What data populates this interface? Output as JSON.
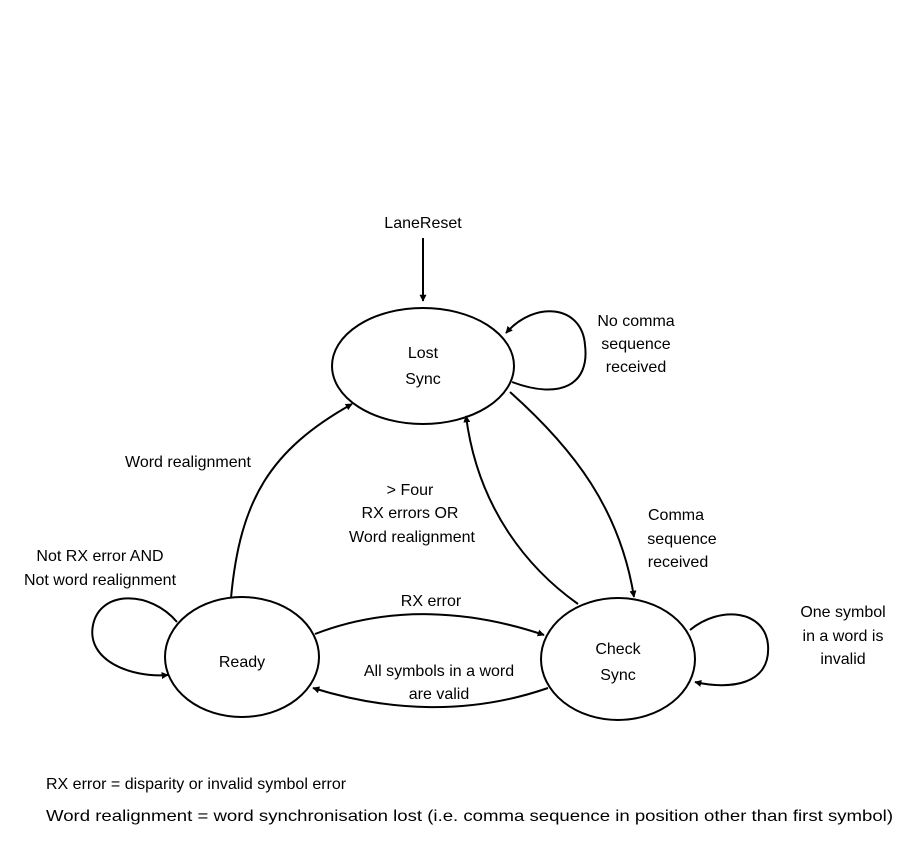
{
  "states": {
    "lost_sync": [
      "Lost",
      "Sync"
    ],
    "check_sync": [
      "Check",
      "Sync"
    ],
    "ready": "Ready"
  },
  "transitions": {
    "lane_reset": "LaneReset",
    "no_comma": [
      "No comma",
      "sequence",
      "received"
    ],
    "comma_received": [
      "Comma",
      "sequence",
      "received"
    ],
    "word_realignment": "Word realignment",
    "four_errors": [
      "> Four",
      "RX  errors OR",
      "Word realignment"
    ],
    "not_rx_error": [
      "Not RX error AND",
      "Not word realignment"
    ],
    "rx_error": "RX error",
    "all_valid": [
      "All symbols in a word",
      "are valid"
    ],
    "one_invalid": [
      "One symbol",
      "in a word is",
      "invalid"
    ]
  },
  "notes": {
    "rx_error_def": "RX error = disparity or invalid symbol error",
    "word_realignment_def": "Word realignment = word synchronisation lost (i.e. comma sequence in position other than first symbol)"
  }
}
